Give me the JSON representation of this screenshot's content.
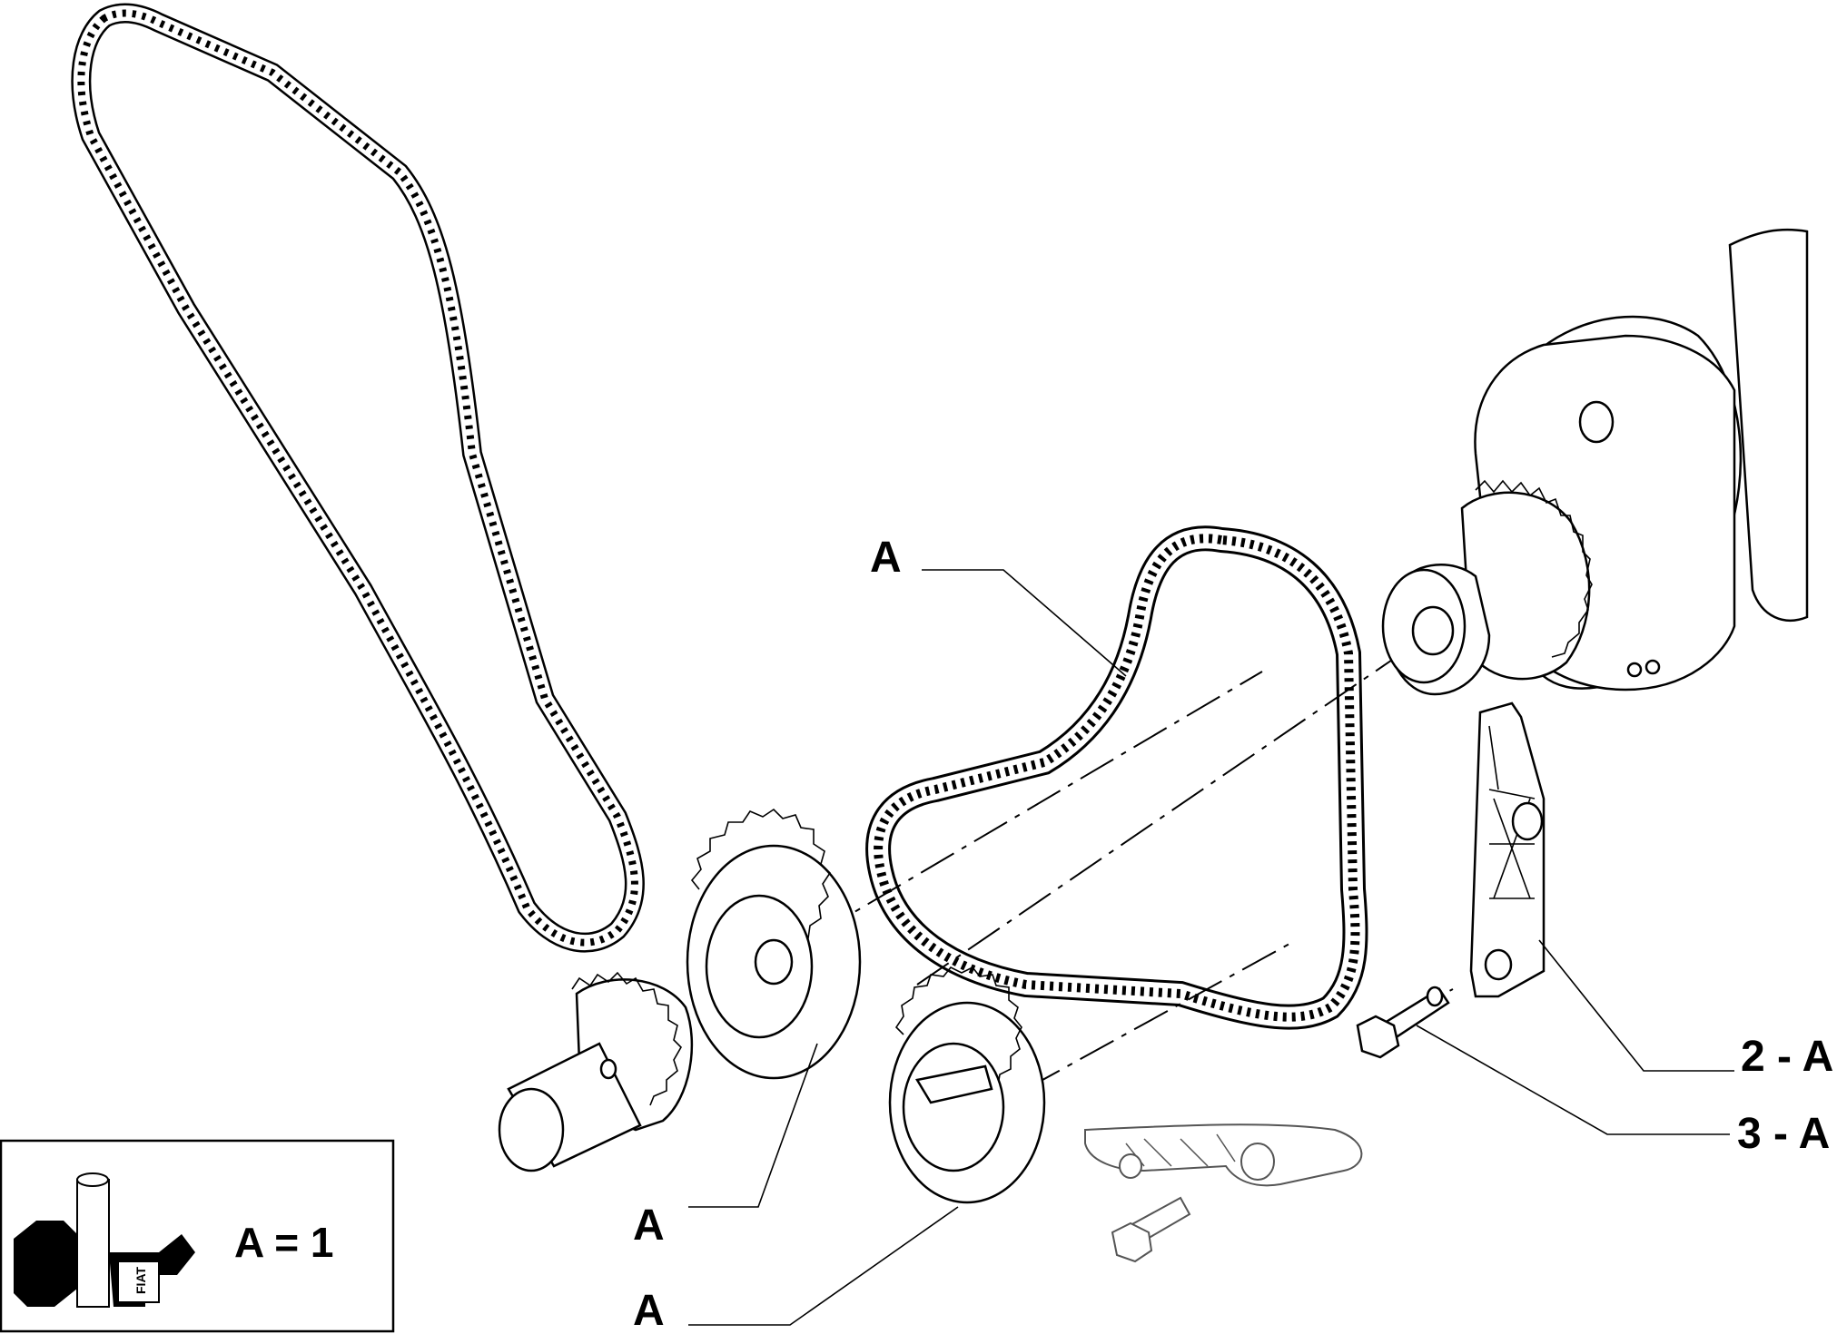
{
  "callouts": {
    "chain_upper": "A",
    "sprocket_left": "A",
    "sprocket_bottom": "A",
    "guide": "2 - A",
    "bolt": "3 - A"
  },
  "legend": {
    "text": "A = 1",
    "logo_text": "FIAT"
  },
  "colors": {
    "line": "#000000",
    "background": "#ffffff"
  }
}
